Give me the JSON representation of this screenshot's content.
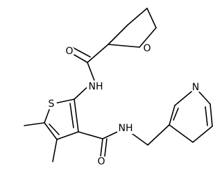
{
  "structure": {
    "atoms": {
      "o_thf": "O",
      "o_amide1": "O",
      "nh_amide1": "NH",
      "s_thiophene": "S",
      "nh_amide2": "NH",
      "o_amide2": "O",
      "n_pyridine": "N"
    }
  }
}
